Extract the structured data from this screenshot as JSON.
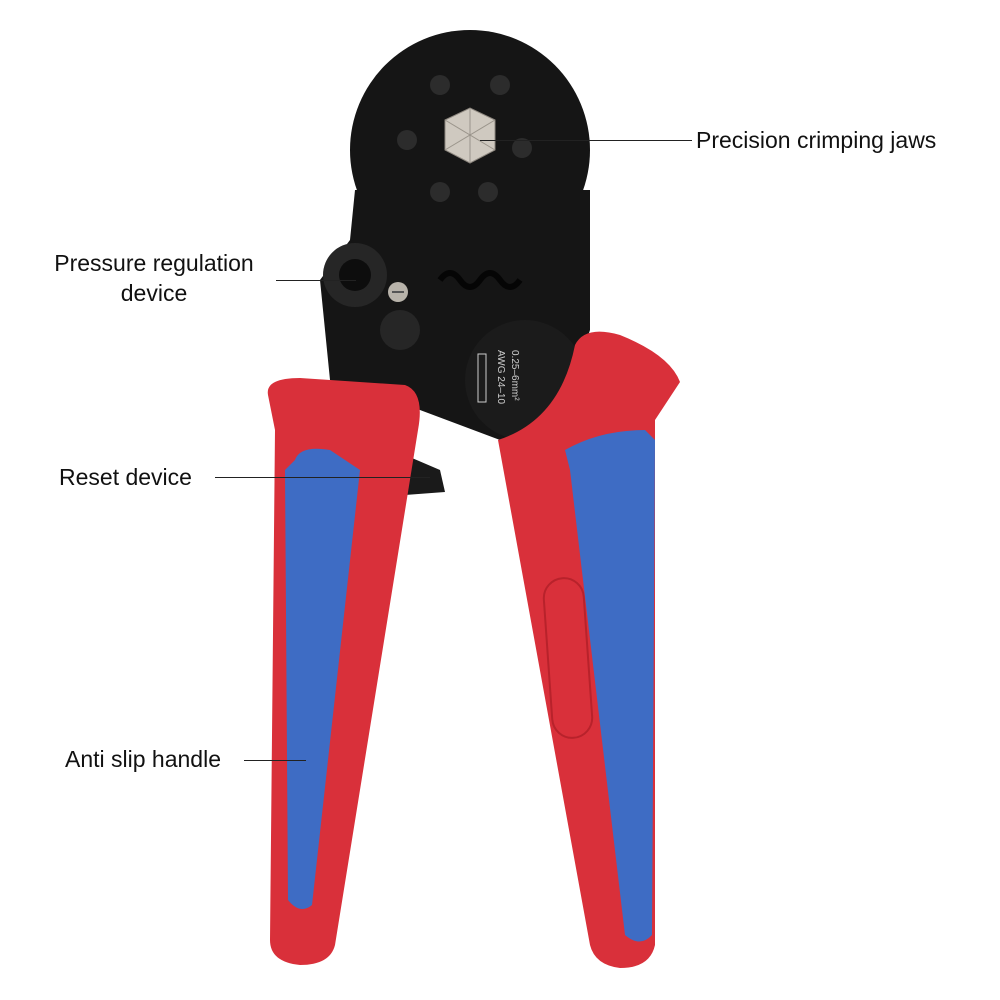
{
  "labels": {
    "jaws": "Precision crimping jaws",
    "pressure_line1": "Pressure regulation",
    "pressure_line2": "device",
    "reset": "Reset device",
    "handle": "Anti slip handle"
  },
  "tool_markings": {
    "size_mm": "0.25–6mm²",
    "size_awg": "AWG 24–10"
  },
  "colors": {
    "body": "#151515",
    "handle_red": "#d9303a",
    "handle_blue": "#3e6cc4"
  }
}
